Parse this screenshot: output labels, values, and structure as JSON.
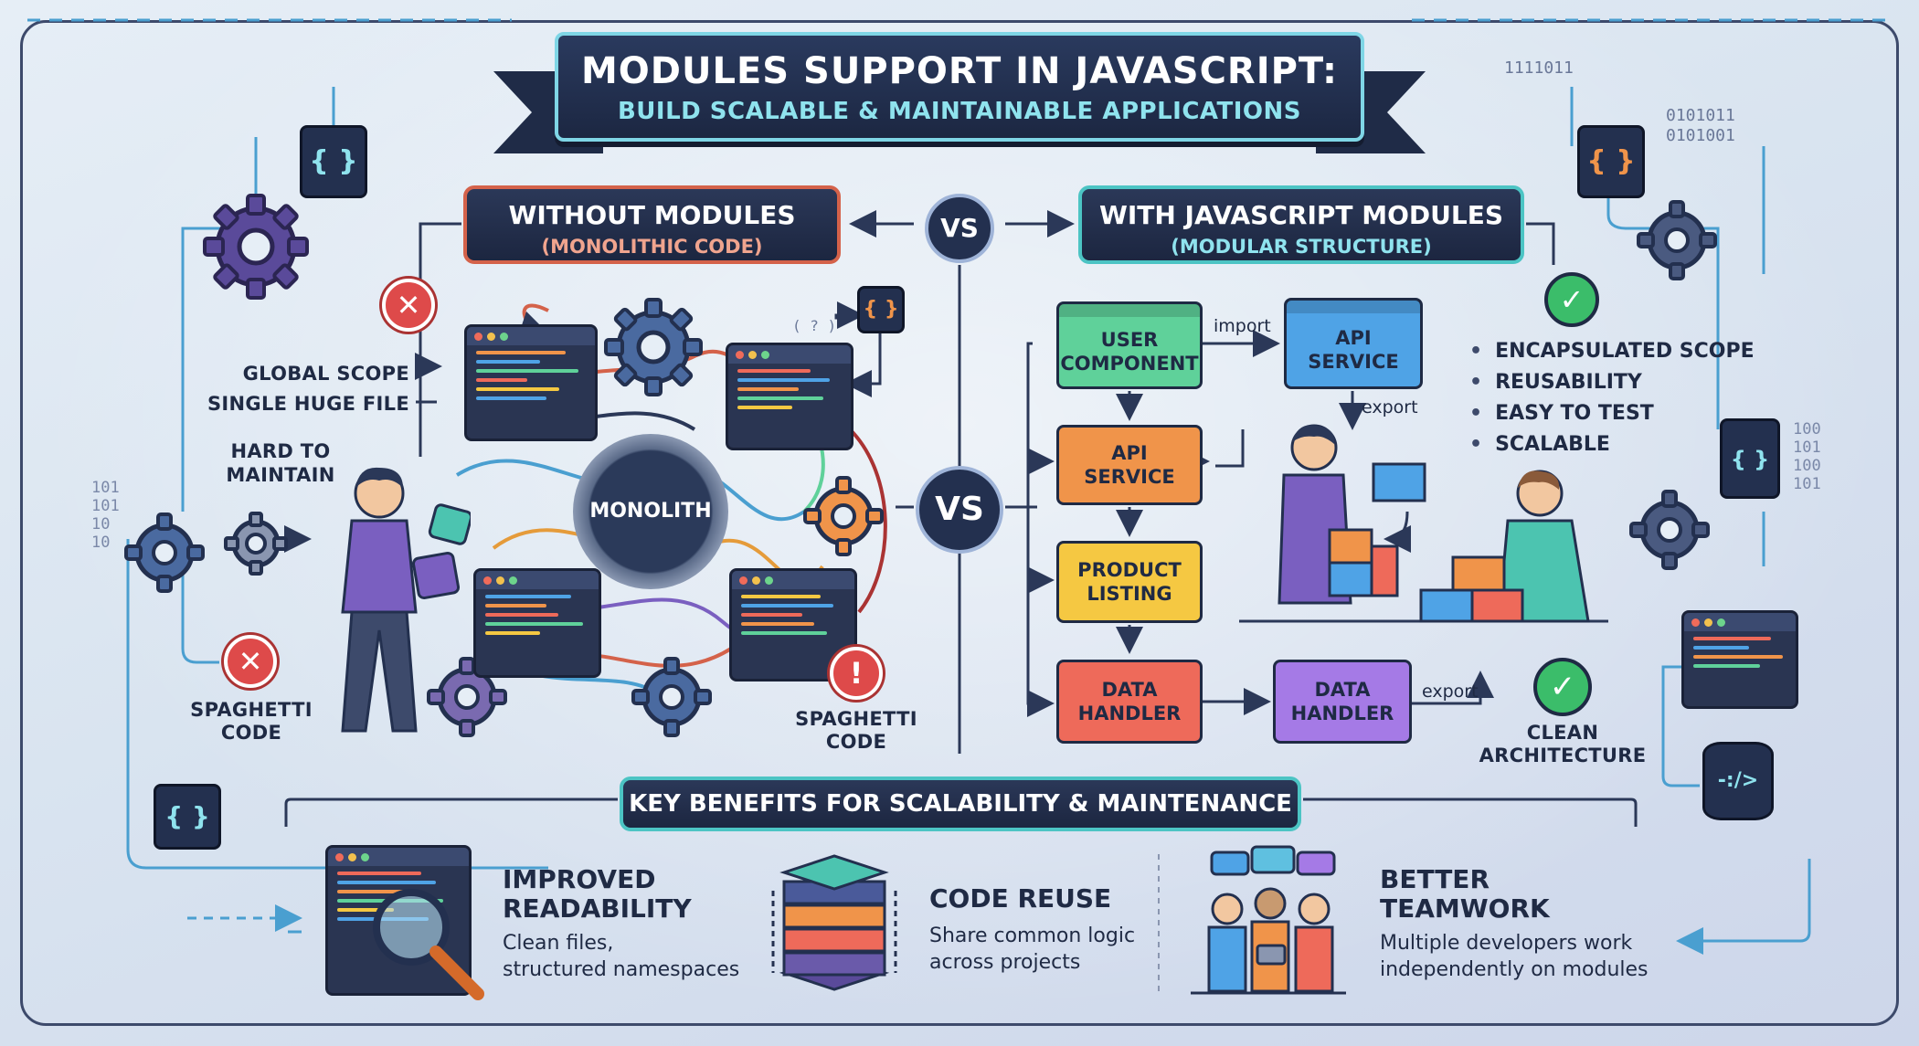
{
  "title": {
    "main": "MODULES SUPPORT IN JAVASCRIPT:",
    "sub": "BUILD SCALABLE & MAINTAINABLE APPLICATIONS"
  },
  "left": {
    "header": "WITHOUT MODULES",
    "subheader": "(MONOLITHIC CODE)",
    "labels": [
      "GLOBAL SCOPE",
      "SINGLE HUGE FILE",
      "HARD TO",
      "MAINTAIN"
    ],
    "spaghetti_left": [
      "SPAGHETTI",
      "CODE"
    ],
    "spaghetti_right": [
      "SPAGHETTI",
      "CODE"
    ],
    "center": "MONOLITH"
  },
  "vs": "VS",
  "right": {
    "header": "WITH JAVASCRIPT MODULES",
    "subheader": "(MODULAR STRUCTURE)",
    "modules": {
      "user_component": [
        "USER",
        "COMPONENT"
      ],
      "api_service_top": [
        "API",
        "SERVICE"
      ],
      "api_service": [
        "API",
        "SERVICE"
      ],
      "product_listing": [
        "PRODUCT",
        "LISTING"
      ],
      "data_handler_left": [
        "DATA",
        "HANDLER"
      ],
      "data_handler_right": [
        "DATA",
        "HANDLER"
      ]
    },
    "arrow_labels": {
      "import": "import",
      "export_top": "export",
      "export_bottom": "export"
    },
    "bullets": [
      "ENCAPSULATED SCOPE",
      "REUSABILITY",
      "EASY TO TEST",
      "SCALABLE"
    ],
    "clean": [
      "CLEAN",
      "ARCHITECTURE"
    ]
  },
  "benefits": {
    "header": "KEY BENEFITS FOR SCALABILITY & MAINTENANCE",
    "items": [
      {
        "title": [
          "IMPROVED",
          "READABILITY"
        ],
        "desc": [
          "Clean files,",
          "structured namespaces"
        ]
      },
      {
        "title": [
          "CODE REUSE"
        ],
        "desc": [
          "Share common logic",
          "across projects"
        ]
      },
      {
        "title": [
          "BETTER",
          "TEAMWORK"
        ],
        "desc": [
          "Multiple developers work",
          "independently on modules"
        ]
      }
    ]
  },
  "decor": {
    "braces": "{ }",
    "binary": [
      "0101011",
      "0101001"
    ],
    "binary_left": [
      "101",
      "101",
      "10",
      "10"
    ],
    "binary_right": [
      "100",
      "101",
      "100",
      "101"
    ],
    "tag_icon": "-:/>",
    "bits": "1111011",
    "paren": "( ? )"
  },
  "colors": {
    "navy": "#23304f",
    "teal": "#4cc4c4",
    "red": "#de4a4a",
    "green": "#3bbd6a",
    "module_green": "#5fd19a",
    "module_blue": "#4fa3e6",
    "module_orange": "#f0944a",
    "module_yellow": "#f5c842",
    "module_red": "#ee6a5a",
    "module_purple": "#a57ae6"
  }
}
